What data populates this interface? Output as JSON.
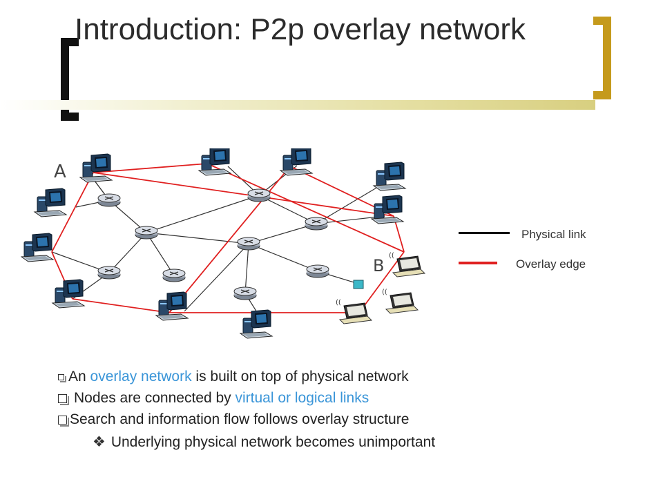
{
  "slide": {
    "title": "Introduction: P2p overlay network",
    "colors": {
      "bracket_left": "#111111",
      "bracket_right": "#c59a1c",
      "physical_link": "#111111",
      "overlay_edge": "#e02020",
      "highlight": "#3a95d8"
    }
  },
  "diagram": {
    "node_labels": {
      "a": "A",
      "b": "B"
    },
    "legend": {
      "physical": "Physical link",
      "overlay": "Overlay edge"
    }
  },
  "bullets": {
    "b1": {
      "pre": "An ",
      "hl": "overlay network",
      "post": " is built on top of physical network"
    },
    "b2": {
      "pre": "Nodes are connected by ",
      "hl": "virtual or logical links"
    },
    "b3": {
      "text": "Search and information flow follows overlay structure"
    },
    "b4": {
      "text": "Underlying physical network becomes unimportant",
      "marker": "❖"
    }
  }
}
